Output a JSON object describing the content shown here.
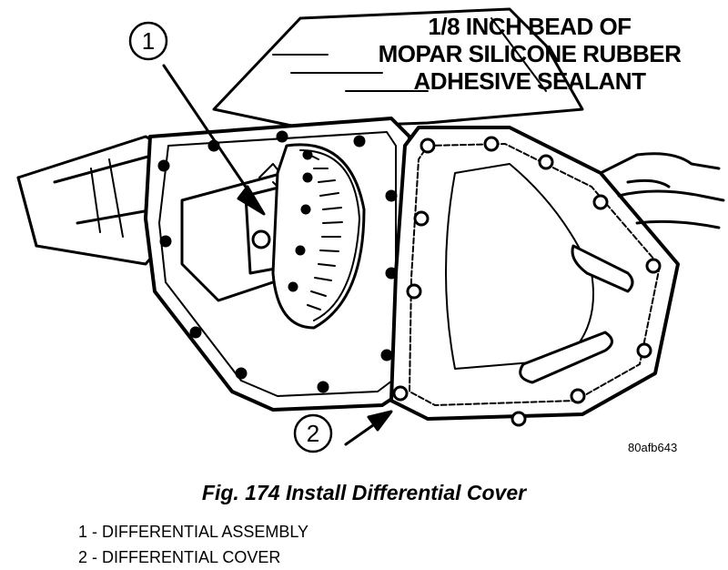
{
  "callouts": [
    {
      "id": "callout-1",
      "number": "1"
    },
    {
      "id": "callout-2",
      "number": "2"
    }
  ],
  "sealant_note": [
    "1/8 INCH BEAD OF",
    "MOPAR SILICONE RUBBER",
    "ADHESIVE SEALANT"
  ],
  "drawing_code": "80afb643",
  "figure_caption": "Fig. 174 Install Differential Cover",
  "legend": [
    "1 - DIFFERENTIAL ASSEMBLY",
    "2 - DIFFERENTIAL COVER"
  ]
}
